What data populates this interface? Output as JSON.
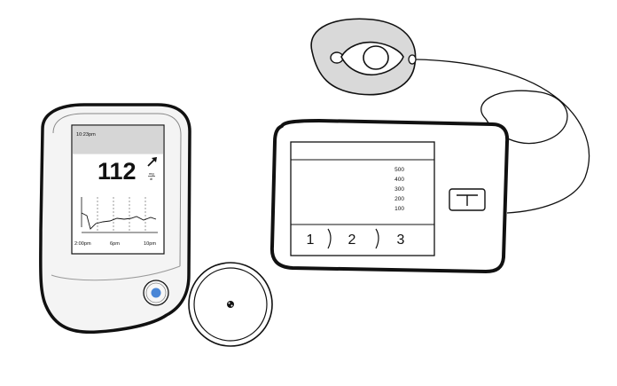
{
  "reader": {
    "time": "10:23pm",
    "glucose_value": "112",
    "trend_icon": "arrow-up-right-icon",
    "unit_top": "mg",
    "unit_bottom": "dl",
    "axis_labels": [
      "2:00pm",
      "6pm",
      "10pm"
    ],
    "button_color": "#4a86d6"
  },
  "sensor": {
    "center_icon": "sensor-dot-icon"
  },
  "pump": {
    "scale_labels": [
      "500",
      "400",
      "300",
      "200",
      "100"
    ],
    "tabs": [
      "1",
      "2",
      "3"
    ],
    "side_button_icon": "t-logo-icon"
  },
  "infusion_site": {
    "icon": "infusion-set-icon"
  }
}
